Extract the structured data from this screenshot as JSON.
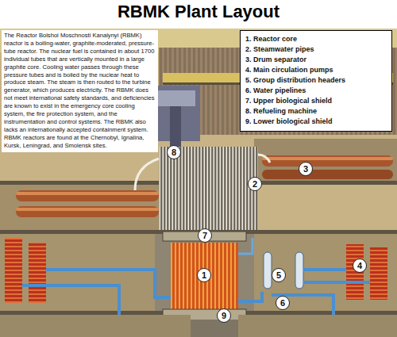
{
  "diagram": {
    "title": "RBMK Plant Layout",
    "nodes": [
      {
        "text": [
          "The Reactor Bolshoi Moschnosti Kanalynyi (RBMK) reactor is a boiling-water, graphite-moderated, pressure-tube reactor. The nuclear fuel is contained in about 1700 individual tubes that are vertically mounted in a large graphite core. Cooling water passes through these pressure tubes and is boiled by the nuclear heat to produce steam. The steam is then routed to the turbine generator, which produces electricity. The RBMK does not meet international safety standards, and deficiencies are known to exist in the emergency core cooling system, the fire protection system, and the instrumentation and control systems. The RBMK also lacks an internationally accepted containment system. RBMK reactors are found at the Chernobyl, Ignalina, Kursk, Leningrad, and Smolensk sites."
        ]
      },
      {
        "text": [
          "1. Reactor core",
          "2. Steamwater pipes",
          "3. Drum separator",
          "4. Main circulation pumps",
          "5. Group distribution headers",
          "6. Water pipelines",
          "7. Upper biological shield",
          "8. Refueling machine",
          "9. Lower biological shield"
        ]
      },
      {
        "text": [
          "8"
        ]
      },
      {
        "text": [
          "3"
        ]
      },
      {
        "text": [
          "2"
        ]
      },
      {
        "text": [
          "7"
        ]
      },
      {
        "text": [
          "4"
        ]
      },
      {
        "text": [
          "1"
        ]
      },
      {
        "text": [
          "5"
        ]
      },
      {
        "text": [
          "6"
        ]
      },
      {
        "text": [
          "9"
        ]
      }
    ]
  }
}
